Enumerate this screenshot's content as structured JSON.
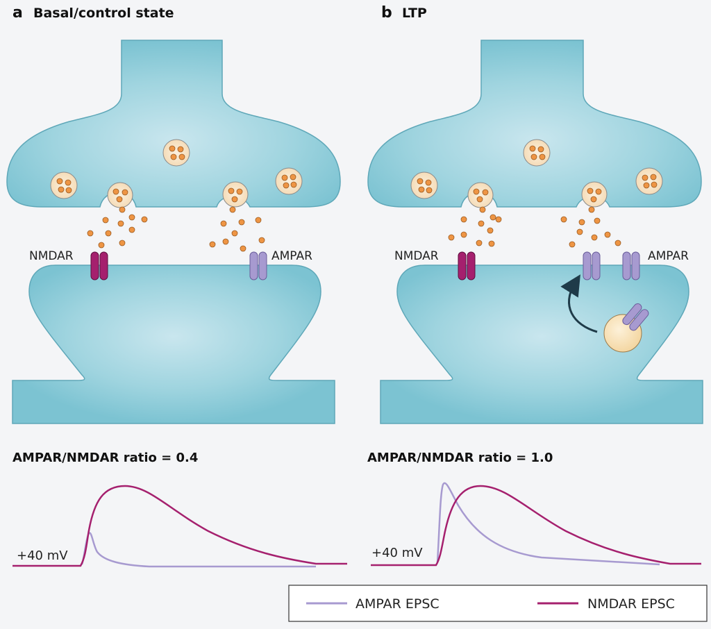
{
  "panels": [
    {
      "letter": "a",
      "title": "Basal/control state",
      "nmdar_label": "NMDAR",
      "ampar_label": "AMPAR",
      "ratio_text": "AMPAR/NMDAR ratio = 0.4",
      "voltage_label": "+40 mV"
    },
    {
      "letter": "b",
      "title": "LTP",
      "nmdar_label": "NMDAR",
      "ampar_label": "AMPAR",
      "ratio_text": "AMPAR/NMDAR ratio = 1.0",
      "voltage_label": "+40 mV"
    }
  ],
  "legend": {
    "ampar": "AMPAR EPSC",
    "nmdar": "NMDAR EPSC"
  },
  "colors": {
    "terminal": "#7ec4d3",
    "nmdar": "#a5206e",
    "ampar": "#a79ad0",
    "vesicle": "#f7e2c4",
    "transmitter": "#ee9544",
    "background": "#f4f5f7"
  }
}
